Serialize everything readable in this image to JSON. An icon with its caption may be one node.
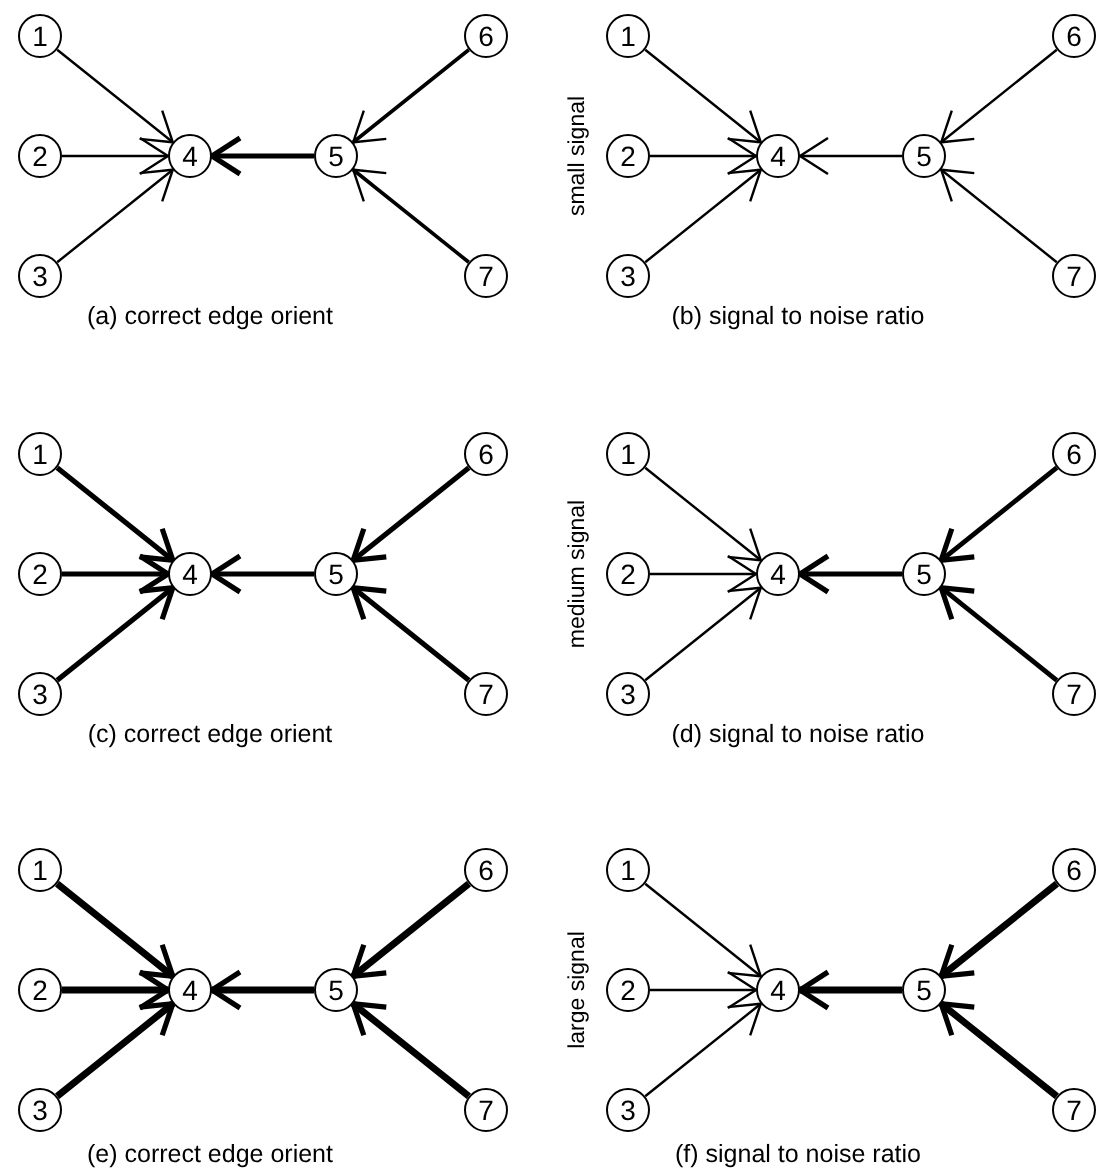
{
  "diagram": {
    "nodes": [
      {
        "text": [
          "1"
        ]
      },
      {
        "text": [
          "2"
        ]
      },
      {
        "text": [
          "3"
        ]
      },
      {
        "text": [
          "4"
        ]
      },
      {
        "text": [
          "5"
        ]
      },
      {
        "text": [
          "6"
        ]
      },
      {
        "text": [
          "7"
        ]
      },
      {
        "text": [
          "1"
        ]
      },
      {
        "text": [
          "2"
        ]
      },
      {
        "text": [
          "3"
        ]
      },
      {
        "text": [
          "4"
        ]
      },
      {
        "text": [
          "5"
        ]
      },
      {
        "text": [
          "6"
        ]
      },
      {
        "text": [
          "7"
        ]
      },
      {
        "text": [
          "1"
        ]
      },
      {
        "text": [
          "2"
        ]
      },
      {
        "text": [
          "3"
        ]
      },
      {
        "text": [
          "4"
        ]
      },
      {
        "text": [
          "5"
        ]
      },
      {
        "text": [
          "6"
        ]
      },
      {
        "text": [
          "7"
        ]
      },
      {
        "text": [
          "1"
        ]
      },
      {
        "text": [
          "2"
        ]
      },
      {
        "text": [
          "3"
        ]
      },
      {
        "text": [
          "4"
        ]
      },
      {
        "text": [
          "5"
        ]
      },
      {
        "text": [
          "6"
        ]
      },
      {
        "text": [
          "7"
        ]
      },
      {
        "text": [
          "1"
        ]
      },
      {
        "text": [
          "2"
        ]
      },
      {
        "text": [
          "3"
        ]
      },
      {
        "text": [
          "4"
        ]
      },
      {
        "text": [
          "5"
        ]
      },
      {
        "text": [
          "6"
        ]
      },
      {
        "text": [
          "7"
        ]
      },
      {
        "text": [
          "1"
        ]
      },
      {
        "text": [
          "2"
        ]
      },
      {
        "text": [
          "3"
        ]
      },
      {
        "text": [
          "4"
        ]
      },
      {
        "text": [
          "5"
        ]
      },
      {
        "text": [
          "6"
        ]
      },
      {
        "text": [
          "7"
        ]
      }
    ],
    "edges": [
      {
        "from": 0,
        "to": 3,
        "arrow": "to"
      },
      {
        "from": 1,
        "to": 3,
        "arrow": "to"
      },
      {
        "from": 2,
        "to": 3,
        "arrow": "to"
      },
      {
        "from": 4,
        "to": 3,
        "arrow": "to"
      },
      {
        "from": 5,
        "to": 4,
        "arrow": "to"
      },
      {
        "from": 6,
        "to": 4,
        "arrow": "to"
      },
      {
        "from": 7,
        "to": 10,
        "arrow": "to"
      },
      {
        "from": 8,
        "to": 10,
        "arrow": "to"
      },
      {
        "from": 9,
        "to": 10,
        "arrow": "to"
      },
      {
        "from": 11,
        "to": 10,
        "arrow": "to"
      },
      {
        "from": 12,
        "to": 11,
        "arrow": "to"
      },
      {
        "from": 13,
        "to": 11,
        "arrow": "to"
      },
      {
        "from": 14,
        "to": 17,
        "arrow": "to"
      },
      {
        "from": 15,
        "to": 17,
        "arrow": "to"
      },
      {
        "from": 16,
        "to": 17,
        "arrow": "to"
      },
      {
        "from": 18,
        "to": 17,
        "arrow": "to"
      },
      {
        "from": 19,
        "to": 18,
        "arrow": "to"
      },
      {
        "from": 20,
        "to": 18,
        "arrow": "to"
      },
      {
        "from": 21,
        "to": 24,
        "arrow": "to"
      },
      {
        "from": 22,
        "to": 24,
        "arrow": "to"
      },
      {
        "from": 23,
        "to": 24,
        "arrow": "to"
      },
      {
        "from": 25,
        "to": 24,
        "arrow": "to"
      },
      {
        "from": 26,
        "to": 25,
        "arrow": "to"
      },
      {
        "from": 27,
        "to": 25,
        "arrow": "to"
      },
      {
        "from": 28,
        "to": 31,
        "arrow": "to"
      },
      {
        "from": 29,
        "to": 31,
        "arrow": "to"
      },
      {
        "from": 30,
        "to": 31,
        "arrow": "to"
      },
      {
        "from": 32,
        "to": 31,
        "arrow": "to"
      },
      {
        "from": 33,
        "to": 32,
        "arrow": "to"
      },
      {
        "from": 34,
        "to": 32,
        "arrow": "to"
      },
      {
        "from": 35,
        "to": 38,
        "arrow": "to"
      },
      {
        "from": 36,
        "to": 38,
        "arrow": "to"
      },
      {
        "from": 37,
        "to": 38,
        "arrow": "to"
      },
      {
        "from": 39,
        "to": 38,
        "arrow": "to"
      },
      {
        "from": 40,
        "to": 39,
        "arrow": "to"
      },
      {
        "from": 41,
        "to": 39,
        "arrow": "to"
      }
    ],
    "labels": [
      "(a) correct edge orient",
      "small signal",
      "(b) signal to noise ratio",
      "(c) correct edge orient",
      "medium signal",
      "(d) signal to noise ratio",
      "(e) correct edge orient",
      "large signal",
      "(f) signal to noise ratio"
    ]
  }
}
